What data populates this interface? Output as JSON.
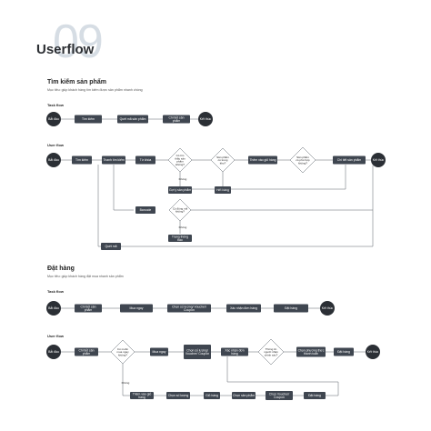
{
  "header": {
    "number": "09",
    "title": "Userflow"
  },
  "sections": [
    {
      "title": "Tìm kiếm sản phẩm",
      "subtitle": "Mục tiêu: giúp khách hàng tìm kiếm được sản phẩm nhanh chóng",
      "task_label": "Task flow",
      "user_label": "User flow",
      "task_steps": [
        "Bắt đầu",
        "Tìm kiếm",
        "Quét mã sản phẩm",
        "Chi tiết sản phẩm",
        "Kết thúc"
      ],
      "user_steps": {
        "start": "Bắt đầu",
        "search": "Tìm kiếm",
        "input": "Thanh tìm kiếm",
        "type": "Từ khóa",
        "q1": "Có tìm thấy sản phẩm không?",
        "q2": "Sản phẩm có trong kho?",
        "select": "Thêm vào giỏ hàng",
        "q3": "Sản phẩm có phù hợp không?",
        "detail": "Chi tiết sản phẩm",
        "end": "Kết thúc",
        "no1": "Không",
        "no_result": "Gợi ý sản phẩm",
        "out": "Hết hàng",
        "barcode": "Barcode",
        "q4": "Có đúng mã không?",
        "no2": "Không",
        "retry": "Trang thông báo",
        "scan": "Quét mã"
      }
    },
    {
      "title": "Đặt hàng",
      "subtitle": "Mục tiêu: giúp khách hàng đặt mua nhanh sản phẩm",
      "task_label": "Task flow",
      "user_label": "User flow",
      "task_steps": [
        "Bắt đầu",
        "Chi tiết sản phẩm",
        "Mua ngay",
        "Chọn số lượng/ Voucher/ Coupon",
        "Xác nhận đơn hàng",
        "Đặt hàng",
        "Kết thúc"
      ],
      "user_steps": {
        "start": "Bắt đầu",
        "detail": "Chi tiết sản phẩm",
        "q1": "Có muốn mua ngay không?",
        "buy": "Mua ngay",
        "qty": "Chọn số lượng/ Voucher/ Coupon",
        "confirm": "Xác nhận đơn hàng",
        "q2": "Thông tin người nhận chính xác?",
        "pay": "Chọn phương thức thanh toán",
        "order": "Đặt hàng",
        "end": "Kết thúc",
        "no": "Không",
        "cart": "Thêm vào giỏ hàng",
        "cart2": "Chọn số lượng",
        "checkout": "Giỏ hàng",
        "sel": "Chọn sản phẩm",
        "voucher": "Chọn Voucher/ Coupon",
        "order2": "Đặt hàng"
      }
    }
  ],
  "colors": {
    "box": "#3f4650",
    "text_light": "#ffffff",
    "line": "#5a6068",
    "diamond": "#ffffff"
  }
}
